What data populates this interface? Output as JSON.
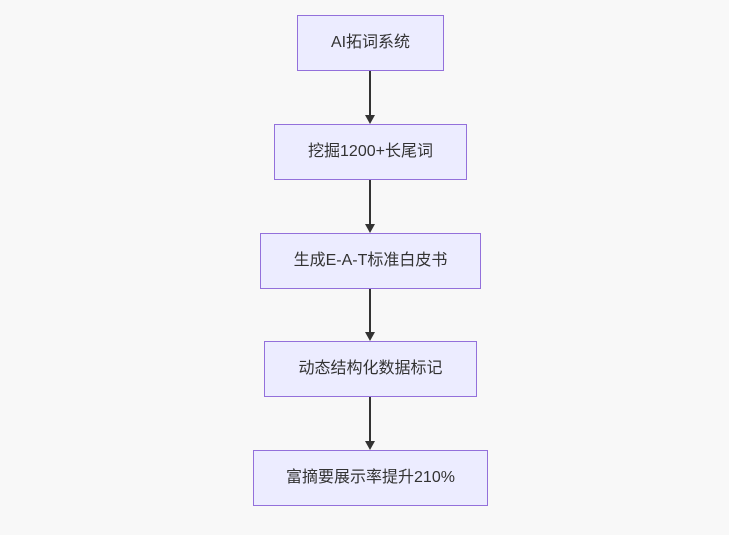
{
  "theme": {
    "page_bg": "#f8f8f8",
    "node_fill": "#ececff",
    "node_border": "#9370db",
    "node_text": "#333333",
    "arrow_color": "#333333"
  },
  "flowchart": {
    "type": "flowchart",
    "direction": "top-down",
    "nodes": [
      {
        "label": "AI拓词系统"
      },
      {
        "label": "挖掘1200+长尾词"
      },
      {
        "label": "生成E-A-T标准白皮书"
      },
      {
        "label": "动态结构化数据标记"
      },
      {
        "label": "富摘要展示率提升210%"
      }
    ],
    "edges": [
      {
        "from": 0,
        "to": 1
      },
      {
        "from": 1,
        "to": 2
      },
      {
        "from": 2,
        "to": 3
      },
      {
        "from": 3,
        "to": 4
      }
    ]
  }
}
